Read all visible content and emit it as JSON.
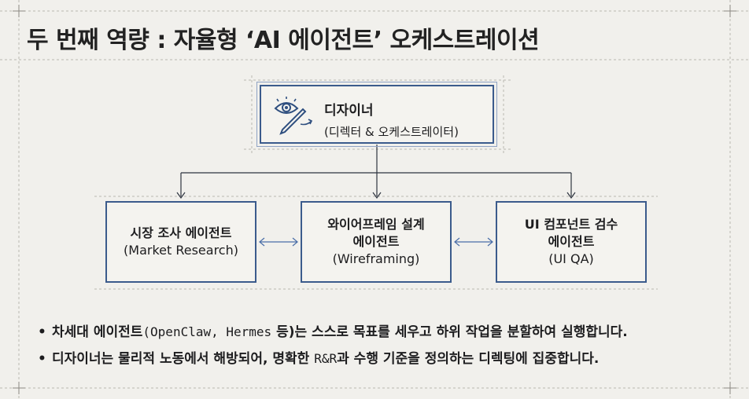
{
  "title": "두 번째 역량 : 자율형 ‘AI 에이전트’ 오케스트레이션",
  "top_node": {
    "icon": "eye-pen-icon",
    "name": "디자이너",
    "role": "(디렉터 & 오케스트레이터)"
  },
  "agents": [
    {
      "line1": "시장 조사 에이전트",
      "line2": "",
      "line3": "(Market Research)"
    },
    {
      "line1": "와이어프레임 설계",
      "line2": "에이전트",
      "line3": "(Wireframing)"
    },
    {
      "line1": "UI 컴포넌트 검수",
      "line2": "에이전트",
      "line3": "(UI QA)"
    }
  ],
  "bullets": [
    {
      "pre": "차세대 에이전트",
      "mono": "(OpenClaw, Hermes",
      "post": " 등)는 스스로 목표를 세우고 하위 작업을 분할하여 실행합니다."
    },
    {
      "pre": "디자이너는 물리적 노동에서 해방되어, 명확한 ",
      "mono": "R&R",
      "post": "과 수행 기준을 정의하는 디렉팅에 집중합니다."
    }
  ],
  "colors": {
    "accent": "#3b5b8c",
    "background": "#f1f0ec",
    "guide": "#b8b6b0"
  }
}
